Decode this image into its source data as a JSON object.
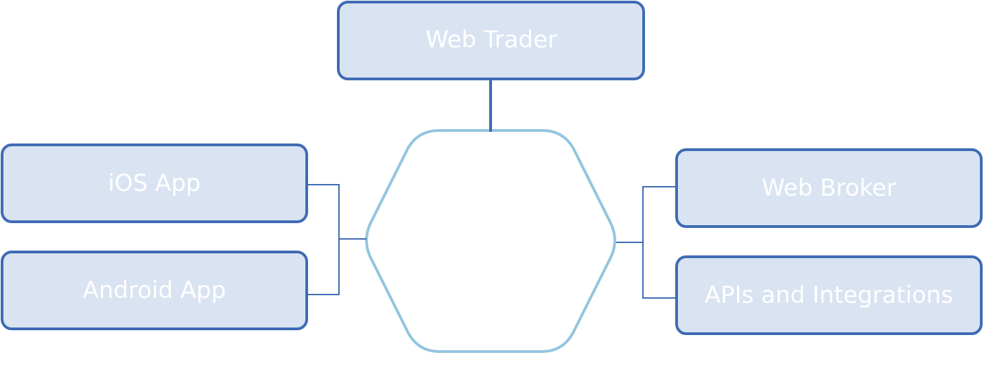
{
  "colors": {
    "box_fill": "#d9e3f1",
    "box_border": "#3e6bb4",
    "hub_border": "#93c5e0",
    "label_text": "#ffffff"
  },
  "nodes": {
    "web_trader": "Web Trader",
    "ios_app": "iOS App",
    "android_app": "Android App",
    "web_broker": "Web Broker",
    "apis_integrations": "APIs and Integrations"
  },
  "hub": {
    "label": ""
  }
}
